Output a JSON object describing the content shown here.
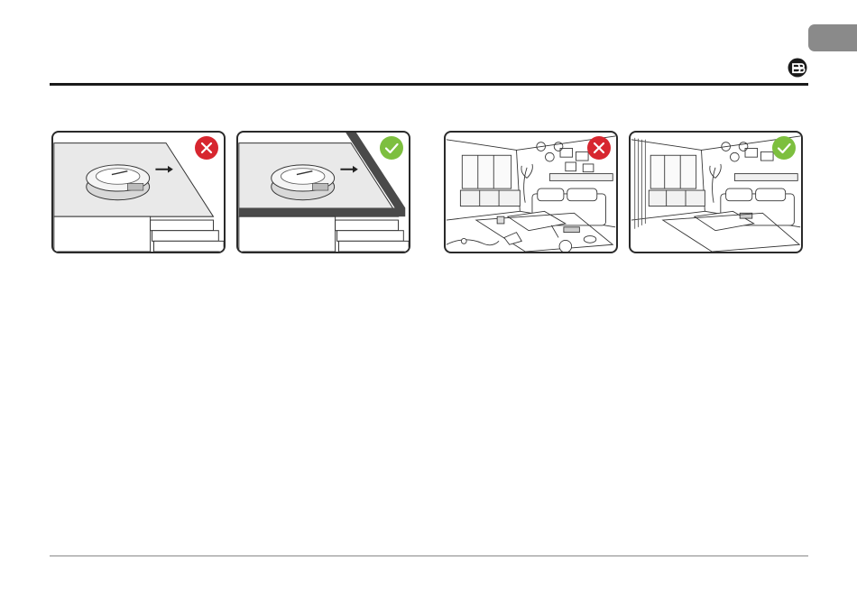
{
  "colors": {
    "tab": "#8a8a8a",
    "rule": "#1a1a1a",
    "incorrect": "#d7262f",
    "correct": "#7dbf3f",
    "ink": "#2a2a2a"
  },
  "icons": {
    "logo": "brand-logo-icon",
    "incorrect": "cross-icon",
    "correct": "check-icon"
  },
  "panels": [
    {
      "scene": "robot-near-unprotected-stair-edge",
      "status": "incorrect"
    },
    {
      "scene": "robot-near-blocked-stair-edge",
      "status": "correct"
    },
    {
      "scene": "cluttered-living-room",
      "status": "incorrect"
    },
    {
      "scene": "tidy-living-room",
      "status": "correct"
    }
  ]
}
